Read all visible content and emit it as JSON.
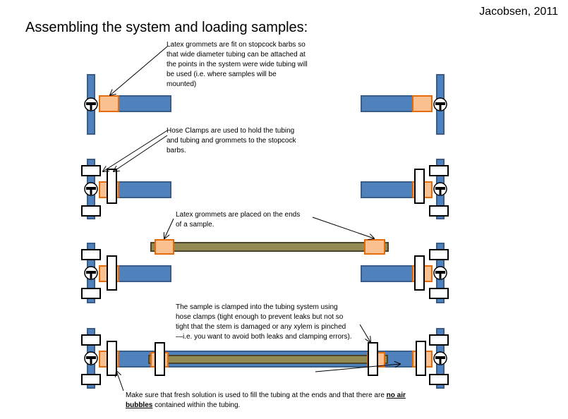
{
  "title": "Assembling the system and loading samples:",
  "author": "Jacobsen, 2011",
  "notes": {
    "grommets_on_barbs": "Latex grommets are fit on stopcock barbs so that wide diameter tubing can be attached at the points in the system were wide tubing will be used (i.e. where samples will be mounted)",
    "hose_clamps": "Hose Clamps are used to hold the tubing and tubing and grommets to the stopcock barbs.",
    "grommets_on_sample": "Latex grommets are placed on the ends of a sample.",
    "sample_clamped": "The sample is clamped into the tubing system using hose clamps (tight enough to prevent leaks but not so tight that the stem is damaged or any xylem is pinched—i.e. you want to avoid both leaks and clamping errors).",
    "fresh_solution_pre": "Make sure that fresh solution is used to fill the tubing at the ends and that there are ",
    "fresh_solution_em": "no air bubbles",
    "fresh_solution_post": " contained within the tubing."
  },
  "colors": {
    "tubing_fill": "#4F81BD",
    "tubing_stroke": "#385D8A",
    "grommet_fill": "#FAC090",
    "grommet_stroke": "#E46C0A",
    "sample_fill": "#948A54",
    "sample_stroke": "#4A452A"
  }
}
